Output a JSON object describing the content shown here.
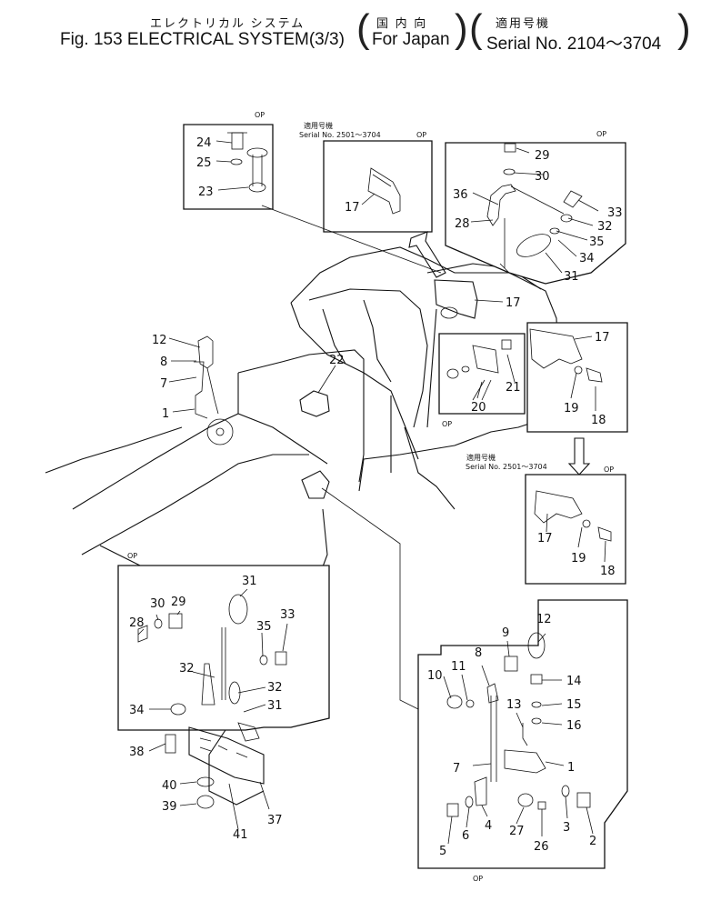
{
  "header": {
    "jp_title": "エレクトリカル システム",
    "en_title": "Fig. 153 ELECTRICAL SYSTEM(3/3)",
    "jp_domestic": "国 内 向",
    "for_japan": "For Japan",
    "jp_serial": "適用号機",
    "serial": "Serial No. 2104～3704"
  },
  "labels": {
    "op": "OP",
    "jp_applicable": "適用号機",
    "serial_range": "Serial No. 2501～3704"
  },
  "callouts": [
    "1",
    "2",
    "3",
    "4",
    "5",
    "6",
    "7",
    "8",
    "9",
    "10",
    "11",
    "12",
    "13",
    "14",
    "15",
    "16",
    "17",
    "18",
    "19",
    "20",
    "21",
    "22",
    "23",
    "24",
    "25",
    "26",
    "27",
    "28",
    "29",
    "30",
    "31",
    "32",
    "33",
    "34",
    "35",
    "36",
    "37",
    "38",
    "39",
    "40",
    "41"
  ]
}
